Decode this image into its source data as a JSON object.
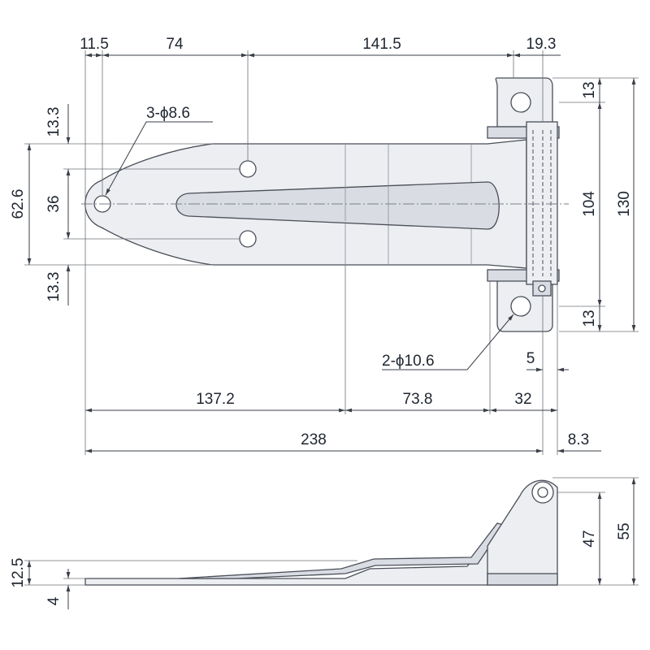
{
  "dimensions": {
    "top": {
      "d_11_5": "11.5",
      "d_74": "74",
      "d_141_5": "141.5",
      "d_19_3": "19.3"
    },
    "left": {
      "d_13_3_top": "13.3",
      "d_62_6": "62.6",
      "d_36": "36",
      "d_13_3_bottom": "13.3"
    },
    "right": {
      "d_13_top": "13",
      "d_104": "104",
      "d_130": "130",
      "d_13_bottom": "13"
    },
    "bottom": {
      "d_137_2": "137.2",
      "d_73_8": "73.8",
      "d_32": "32",
      "d_5": "5",
      "d_238": "238",
      "d_8_3": "8.3"
    },
    "holes": {
      "small_holes": "3-ϕ8.6",
      "large_holes": "2-ϕ10.6"
    },
    "side_view": {
      "d_12_5": "12.5",
      "d_4": "4",
      "d_47": "47",
      "d_55": "55"
    }
  },
  "colors": {
    "part_fill": "#eceef2",
    "outline": "#4a4e57",
    "dimension_text": "#1f2630"
  }
}
